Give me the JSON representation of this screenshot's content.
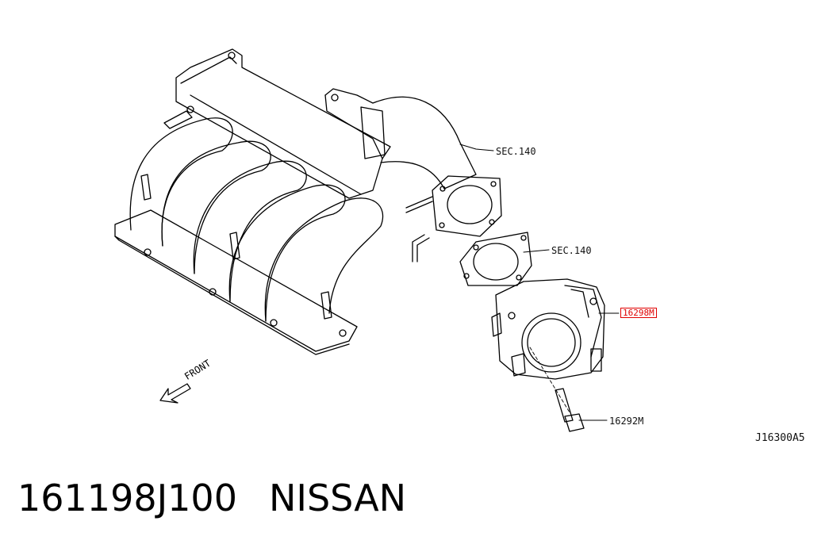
{
  "diagram": {
    "labels": {
      "sec_upper": "SEC.140",
      "sec_lower": "SEC.140",
      "highlighted_part": "16298M",
      "bolt_part": "16292M",
      "front": "FRONT",
      "reference": "J16300A5"
    },
    "highlight_color": "#e00000"
  },
  "footer": {
    "part_number": "161198J100",
    "brand": "NISSAN"
  }
}
